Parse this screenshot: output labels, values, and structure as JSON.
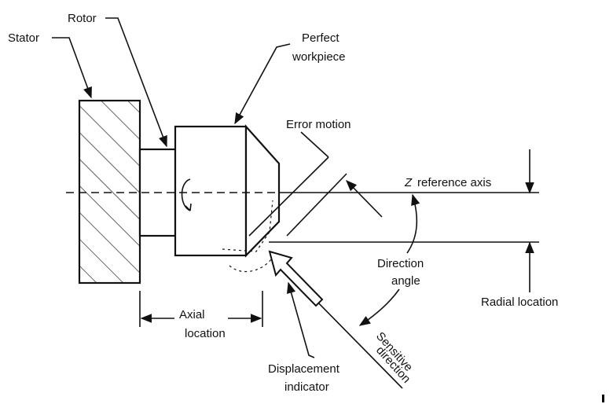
{
  "labels": {
    "stator": "Stator",
    "rotor": "Rotor",
    "perfect_workpiece": [
      "Perfect",
      "workpiece"
    ],
    "error_motion": "Error motion",
    "z_letter": "Z",
    "reference_axis": "reference axis",
    "direction_angle": [
      "Direction",
      "angle"
    ],
    "radial_location": "Radial location",
    "axial_location": [
      "Axial",
      "location"
    ],
    "displacement_indicator": [
      "Displacement",
      "indicator"
    ],
    "sensitive_direction": [
      "Sensitive",
      "direction"
    ]
  }
}
